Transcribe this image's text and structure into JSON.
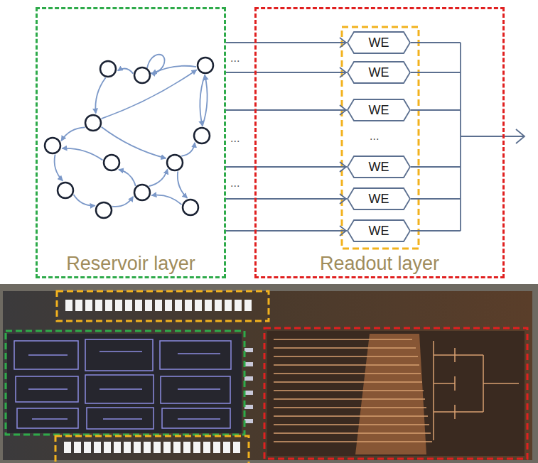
{
  "diagram": {
    "nodes": [
      {
        "text": [
          "Reservoir layer"
        ]
      },
      {
        "text": [
          "Readout layer"
        ]
      },
      {
        "text": [
          "WE"
        ],
        "in": 1
      },
      {
        "text": [
          "WE"
        ],
        "in": 1
      },
      {
        "text": [
          "WE"
        ],
        "in": 1
      },
      {
        "text": [
          "WE"
        ],
        "in": 1
      },
      {
        "text": [
          "WE"
        ],
        "in": 1
      },
      {
        "text": [
          "WE"
        ],
        "in": 1
      }
    ],
    "edges": [
      {
        "from": 0,
        "to": 2,
        "arrow": "to"
      },
      {
        "from": 0,
        "to": 3,
        "arrow": "to"
      },
      {
        "from": 0,
        "to": 4,
        "arrow": "to"
      },
      {
        "from": 0,
        "to": 5,
        "arrow": "to"
      },
      {
        "from": 0,
        "to": 6,
        "arrow": "to"
      },
      {
        "from": 0,
        "to": 7,
        "arrow": "to"
      }
    ],
    "labels": [
      "...",
      "...",
      "...",
      "..."
    ]
  }
}
